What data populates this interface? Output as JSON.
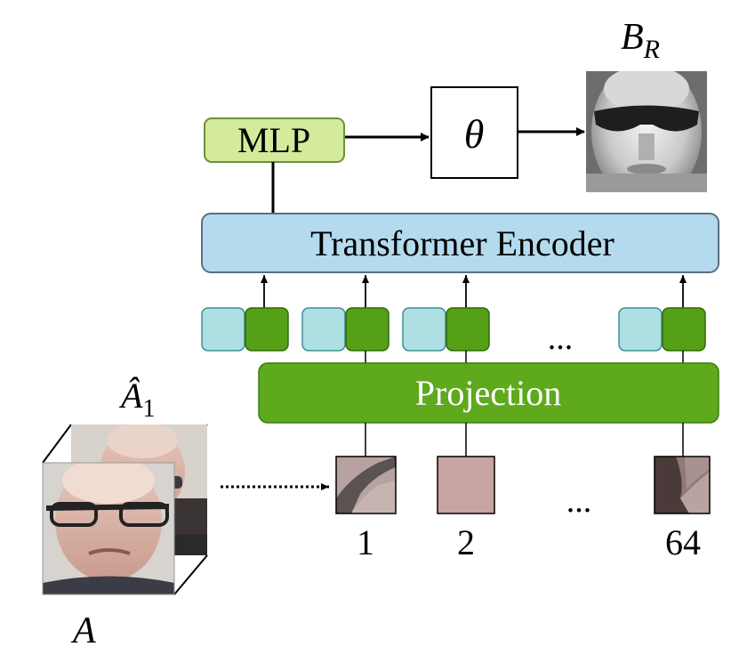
{
  "mlp": {
    "label": "MLP"
  },
  "theta": {
    "label": "θ"
  },
  "output_image": {
    "label": "B",
    "subscript": "R"
  },
  "encoder": {
    "label": "Transformer Encoder"
  },
  "projection": {
    "label": "Projection"
  },
  "tokens": {
    "ellipsis": "..."
  },
  "patches": {
    "labels": [
      "1",
      "2",
      "64"
    ],
    "ellipsis": "..."
  },
  "input_images": {
    "front_label": "A",
    "back_label": "Â",
    "back_subscript": "1"
  },
  "colors": {
    "mlp_fill": "#d3eb9a",
    "mlp_stroke": "#6e8f3a",
    "encoder_fill": "#b4daee",
    "encoder_stroke": "#5a6f80",
    "projection_fill": "#5ea91c",
    "token_light": "#aedfe3",
    "token_dark": "#56a018"
  }
}
